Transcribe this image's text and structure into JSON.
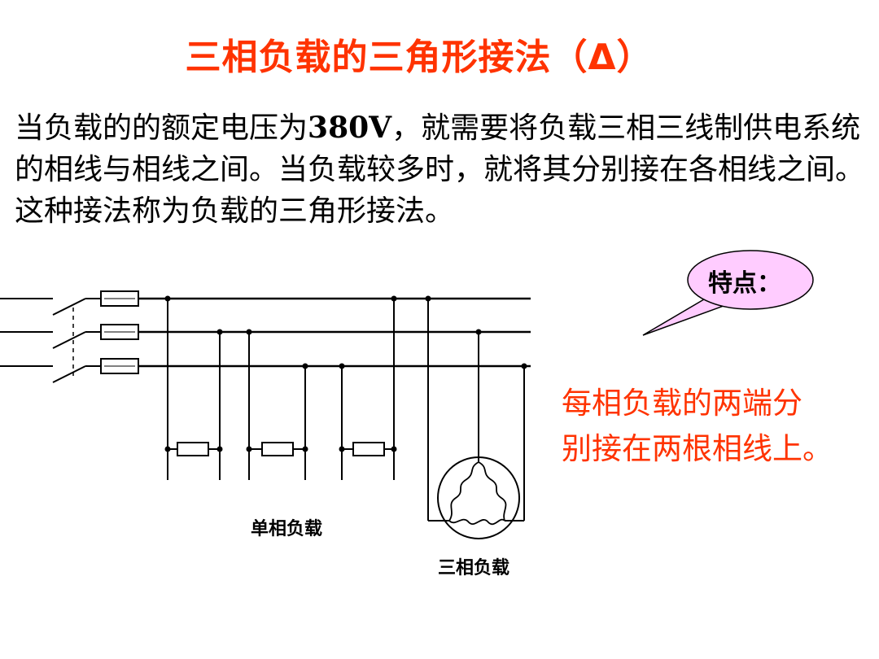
{
  "title": "三相负载的三角形接法（Δ）",
  "paragraph": {
    "part1": "当负载的的额定电压为",
    "voltage": "380V",
    "part2": "，就需要将负载三相三线制供电系统的相线与相线之间。当负载较多时，就将其分别接在各相线之间。这种接法称为负载的三角形接法。"
  },
  "callout": {
    "text": "特点：",
    "fill": "#ffccff"
  },
  "feature": {
    "line1": "每相负载的两端分",
    "line2": "别接在两根相线上。"
  },
  "diagram": {
    "single_phase_label": "单相负载",
    "three_phase_label": "三相负载"
  },
  "colors": {
    "accent": "#ff3300",
    "text": "#000000",
    "callout_fill": "#ffccff"
  }
}
